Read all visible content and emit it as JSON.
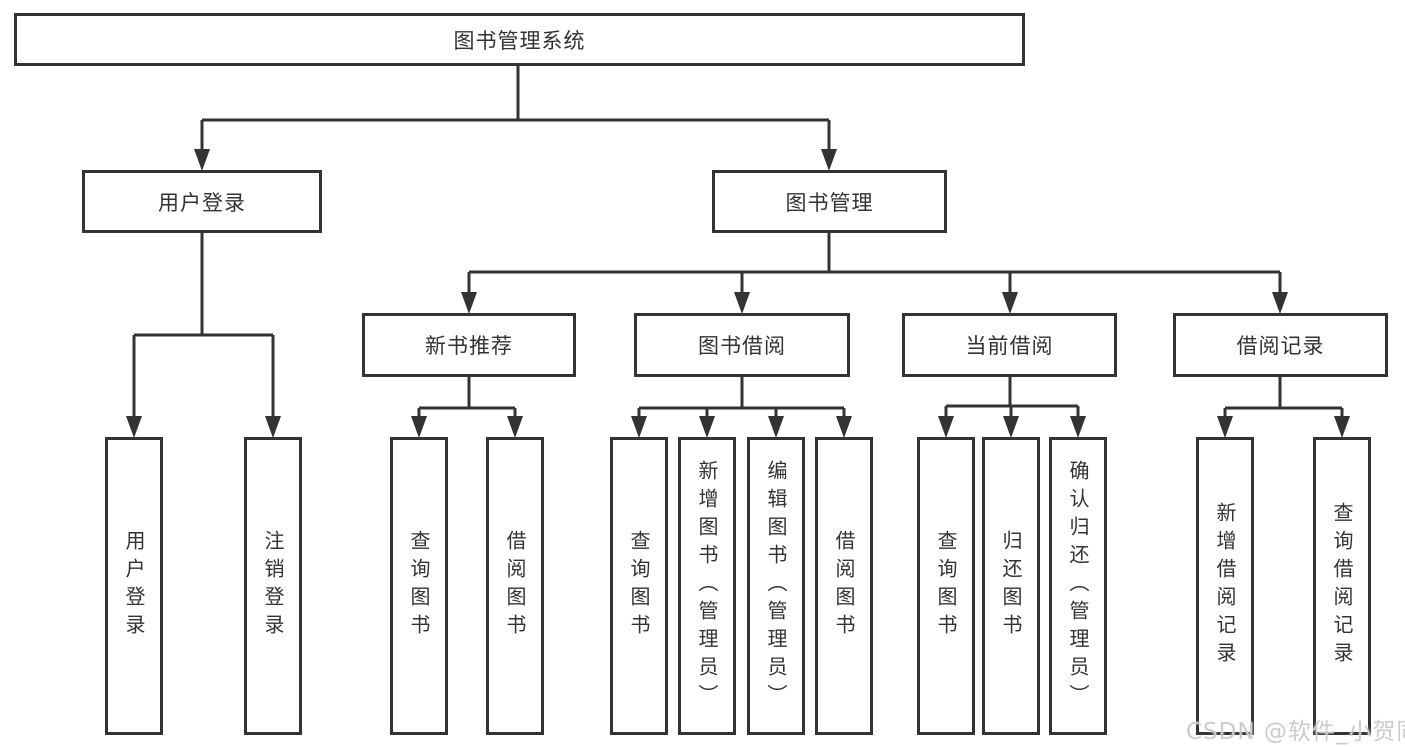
{
  "colors": {
    "line": "#333333",
    "text": "#333333",
    "box_background": "#ffffff",
    "page_background": "#ffffff",
    "watermark": "#c6c9cd"
  },
  "diagram": {
    "root": {
      "label": "图书管理系统"
    },
    "branches": [
      {
        "label": "用户登录",
        "children": [
          "用户登录",
          "注销登录"
        ]
      },
      {
        "label": "图书管理",
        "children": [
          {
            "label": "新书推荐",
            "children": [
              "查询图书",
              "借阅图书"
            ]
          },
          {
            "label": "图书借阅",
            "children": [
              "查询图书",
              "新增图书（管理员）",
              "编辑图书（管理员）",
              "借阅图书"
            ]
          },
          {
            "label": "当前借阅",
            "children": [
              "查询图书",
              "归还图书",
              "确认归还（管理员）"
            ]
          },
          {
            "label": "借阅记录",
            "children": [
              "新增借阅记录",
              "查询借阅记录"
            ]
          }
        ]
      }
    ]
  },
  "watermark": {
    "text": "CSDN @软件_小贺同学"
  }
}
